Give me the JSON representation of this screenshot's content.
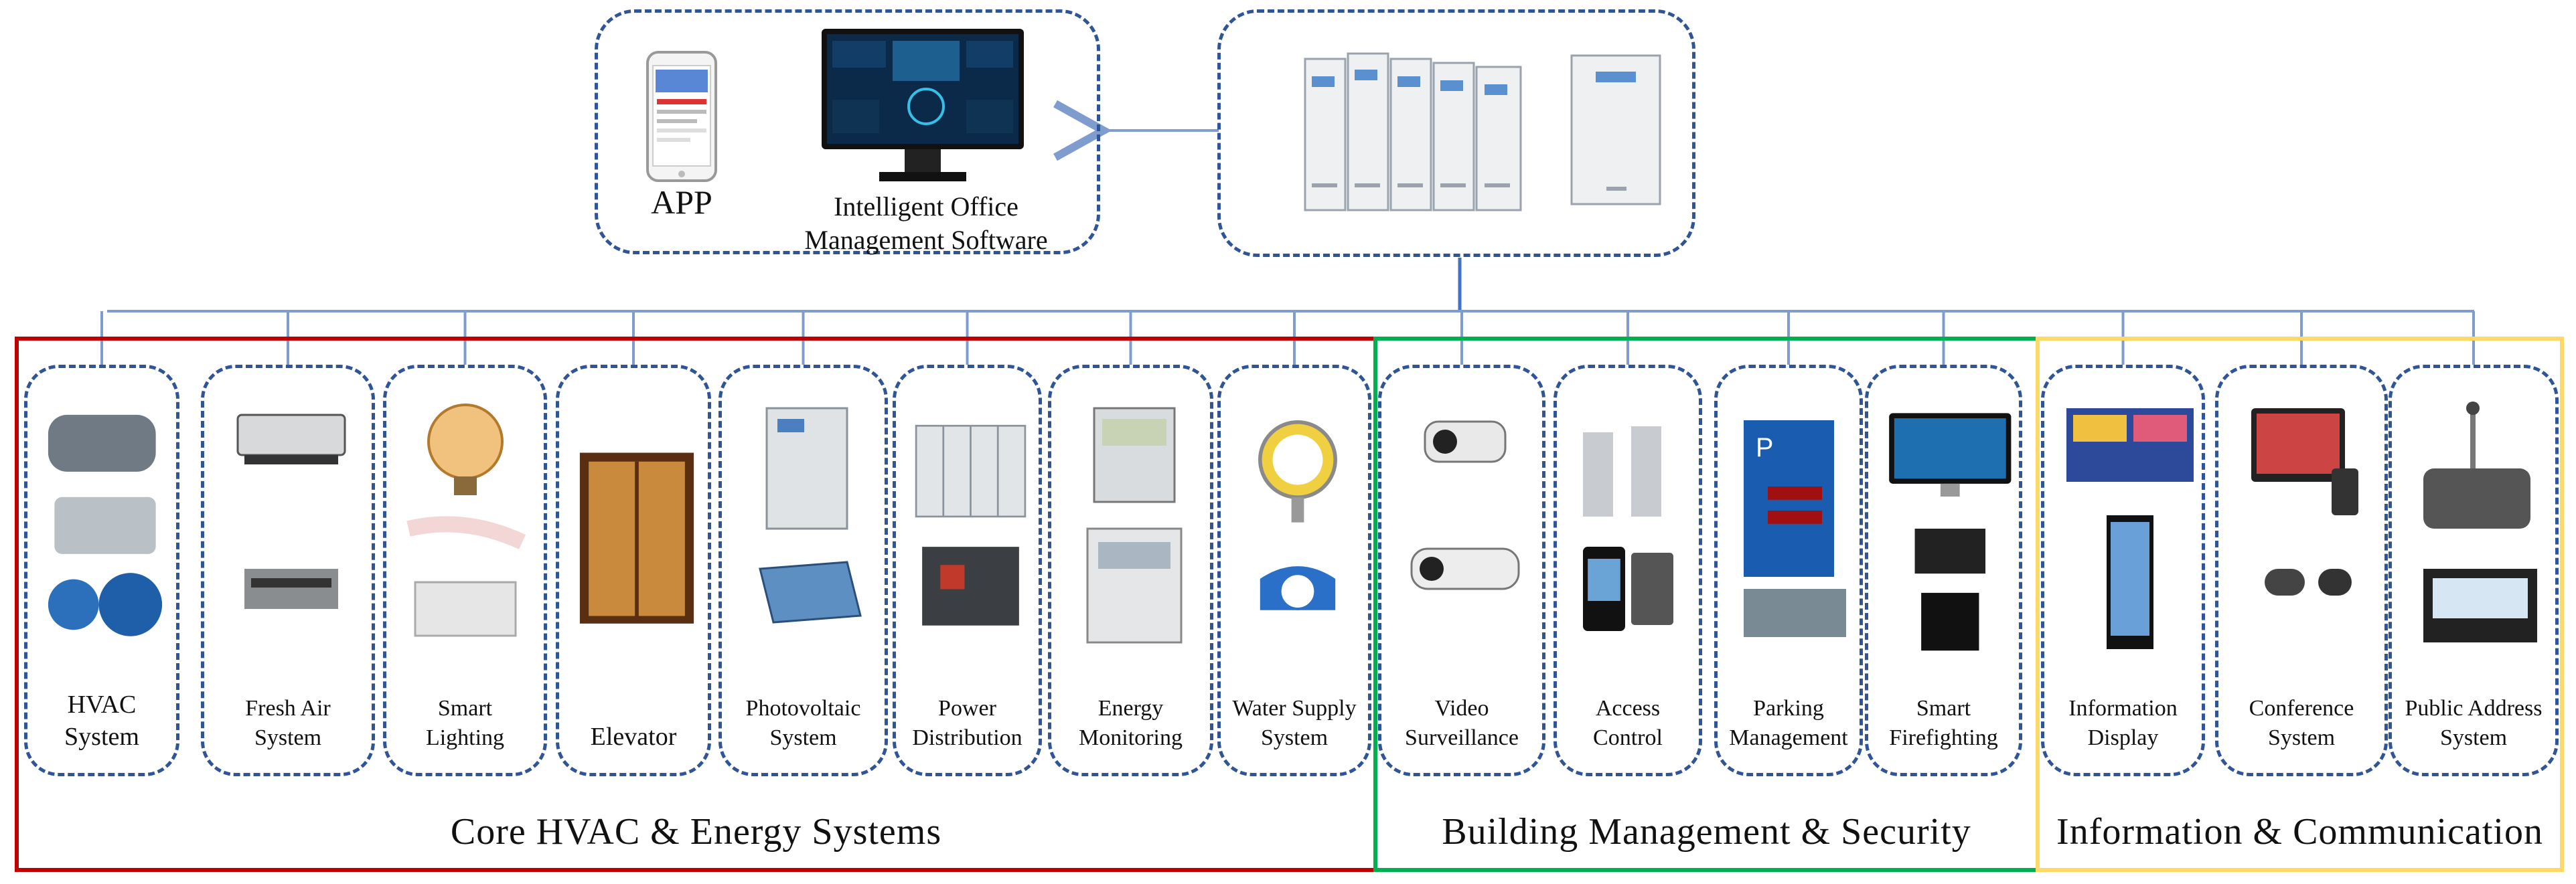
{
  "top": {
    "app_label": "APP",
    "software_label": "Intelligent Office\nManagement Software"
  },
  "groups": [
    {
      "title": "Core HVAC & Energy Systems",
      "color": "#c00000"
    },
    {
      "title": "Building Management & Security",
      "color": "#00b050"
    },
    {
      "title": "Information & Communication",
      "color": "#ffd966"
    }
  ],
  "cards": [
    {
      "label": "HVAC\nSystem"
    },
    {
      "label": "Fresh Air\nSystem"
    },
    {
      "label": "Smart\nLighting"
    },
    {
      "label": "Elevator"
    },
    {
      "label": "Photovoltaic\nSystem"
    },
    {
      "label": "Power\nDistribution"
    },
    {
      "label": "Energy\nMonitoring"
    },
    {
      "label": "Water Supply\nSystem"
    },
    {
      "label": "Video\nSurveillance"
    },
    {
      "label": "Access\nControl"
    },
    {
      "label": "Parking\nManagement"
    },
    {
      "label": "Smart\nFirefighting"
    },
    {
      "label": "Information\nDisplay"
    },
    {
      "label": "Conference\nSystem"
    },
    {
      "label": "Public Address\nSystem"
    }
  ],
  "colors": {
    "connector": "#7f9ccf",
    "dash": "#2f5597"
  }
}
